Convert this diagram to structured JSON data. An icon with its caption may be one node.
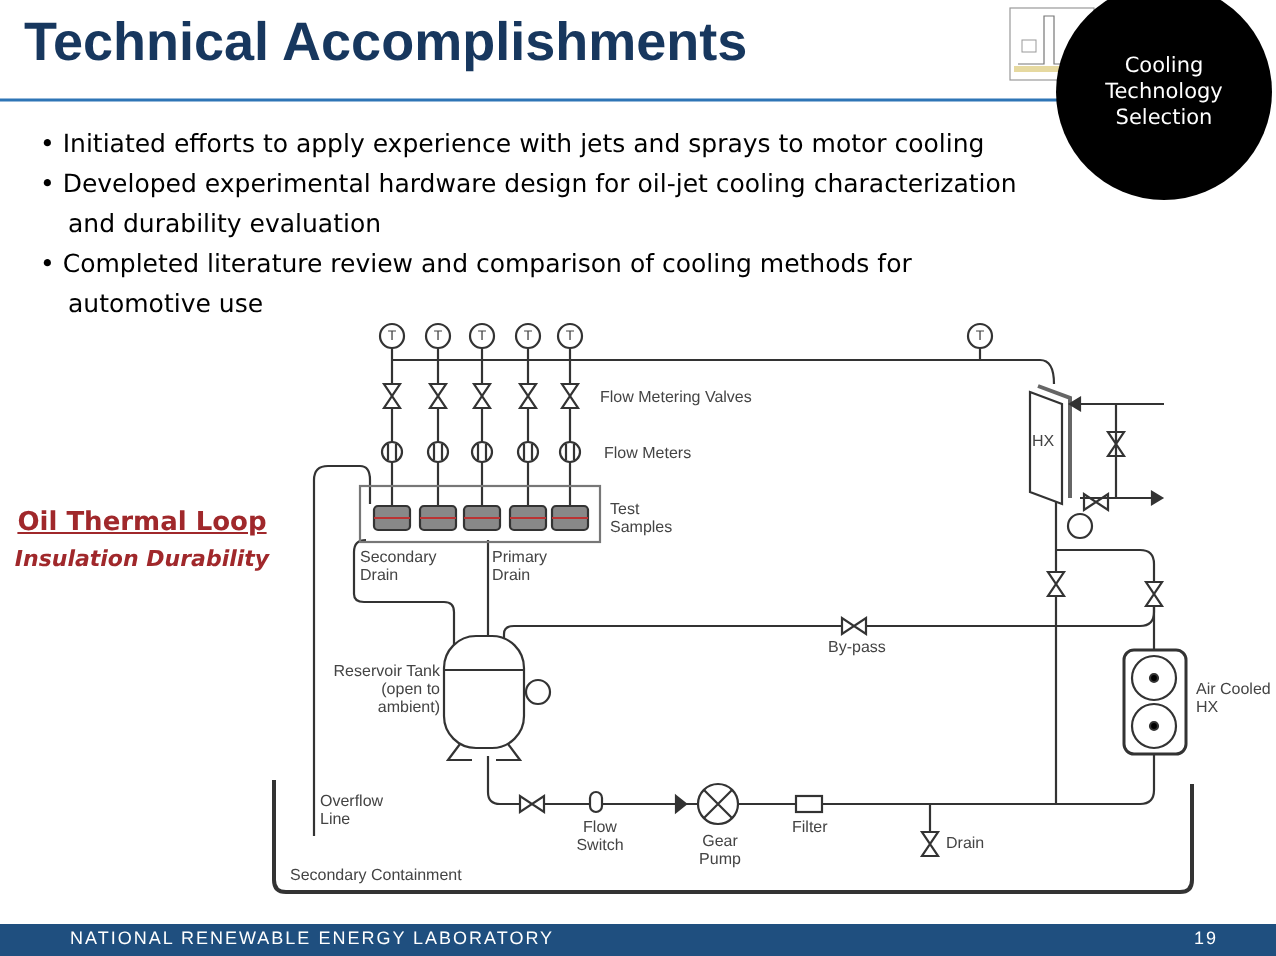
{
  "diagram": {
    "title": "Technical Accomplishments",
    "nodes": [
      {
        "text": [
          "Cooling Technology Selection"
        ]
      }
    ],
    "labels": [
      "• Initiated efforts to apply experience with jets and sprays to motor cooling",
      "• Developed experimental hardware design for oil-jet cooling characterization and durability evaluation",
      "• Completed literature review and comparison of cooling methods for automotive use",
      "T",
      "T",
      "T",
      "T",
      "T",
      "T",
      "Flow Metering Valves",
      "Flow Meters",
      "Oil Thermal Loop",
      "Insulation Durability",
      "Test Samples",
      "Secondary Drain",
      "Primary Drain",
      "HX",
      "Reservoir Tank (open to ambient)",
      "By-pass",
      "Air Cooled HX",
      "Overflow Line",
      "Flow Switch",
      "Gear Pump",
      "Filter",
      "Drain",
      "Secondary Containment",
      "NATIONAL RENEWABLE ENERGY LABORATORY",
      "19"
    ]
  }
}
